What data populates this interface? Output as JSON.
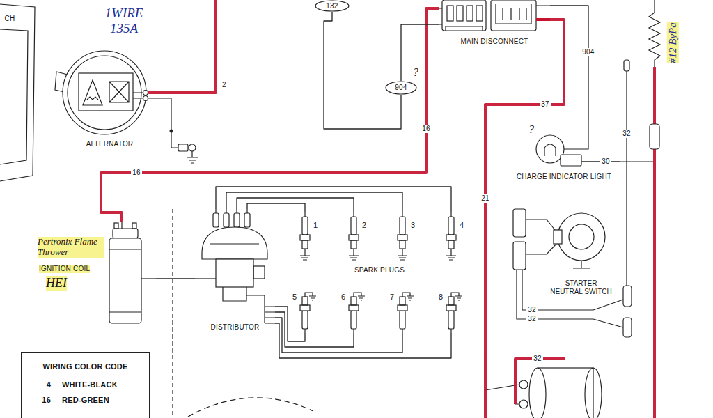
{
  "diagram": {
    "nodes": [
      {
        "text": [
          "132"
        ]
      },
      {
        "text": [
          "MAIN DISCONNECT"
        ]
      },
      {
        "text": [
          "ALTERNATOR"
        ]
      },
      {
        "text": [
          "904"
        ]
      },
      {
        "text": [
          "CHARGE INDICATOR LIGHT"
        ]
      },
      {
        "text": [
          "Pertronix Flame Thrower",
          "IGNITION COIL",
          "HEI"
        ]
      },
      {
        "text": [
          "DISTRIBUTOR"
        ]
      },
      {
        "text": [
          "1"
        ]
      },
      {
        "text": [
          "2"
        ]
      },
      {
        "text": [
          "3"
        ]
      },
      {
        "text": [
          "4"
        ]
      },
      {
        "text": [
          "5"
        ]
      },
      {
        "text": [
          "6"
        ]
      },
      {
        "text": [
          "7"
        ]
      },
      {
        "text": [
          "8"
        ]
      },
      {
        "text": [
          "STARTER NEUTRAL SWITCH"
        ]
      },
      {
        "text": [
          "WIRING COLOR CODE",
          "4",
          "WHITE-BLACK",
          "16",
          "RED-GREEN"
        ]
      }
    ],
    "edges": [
      {
        "from": 1,
        "to": 5,
        "label": "16",
        "arrow": "none"
      },
      {
        "from": 1,
        "to": 4,
        "label": "904",
        "arrow": "none"
      },
      {
        "from": 1,
        "to": 3,
        "arrow": "none"
      },
      {
        "from": 3,
        "to": 0,
        "arrow": "none"
      },
      {
        "from": 5,
        "to": 6,
        "arrow": "none"
      },
      {
        "from": 6,
        "to": 7,
        "arrow": "none"
      },
      {
        "from": 6,
        "to": 8,
        "arrow": "none"
      },
      {
        "from": 6,
        "to": 9,
        "arrow": "none"
      },
      {
        "from": 6,
        "to": 10,
        "arrow": "none"
      },
      {
        "from": 6,
        "to": 11,
        "arrow": "none"
      },
      {
        "from": 6,
        "to": 12,
        "arrow": "none"
      },
      {
        "from": 6,
        "to": 13,
        "arrow": "none"
      },
      {
        "from": 6,
        "to": 14,
        "arrow": "none"
      }
    ],
    "labels": [
      "1WIRE 135A",
      "CH",
      "2",
      "?",
      "37",
      "16",
      "?",
      "30",
      "32",
      "#12 ByPa",
      "21",
      "SPARK PLUGS",
      "32",
      "32",
      "32"
    ]
  }
}
